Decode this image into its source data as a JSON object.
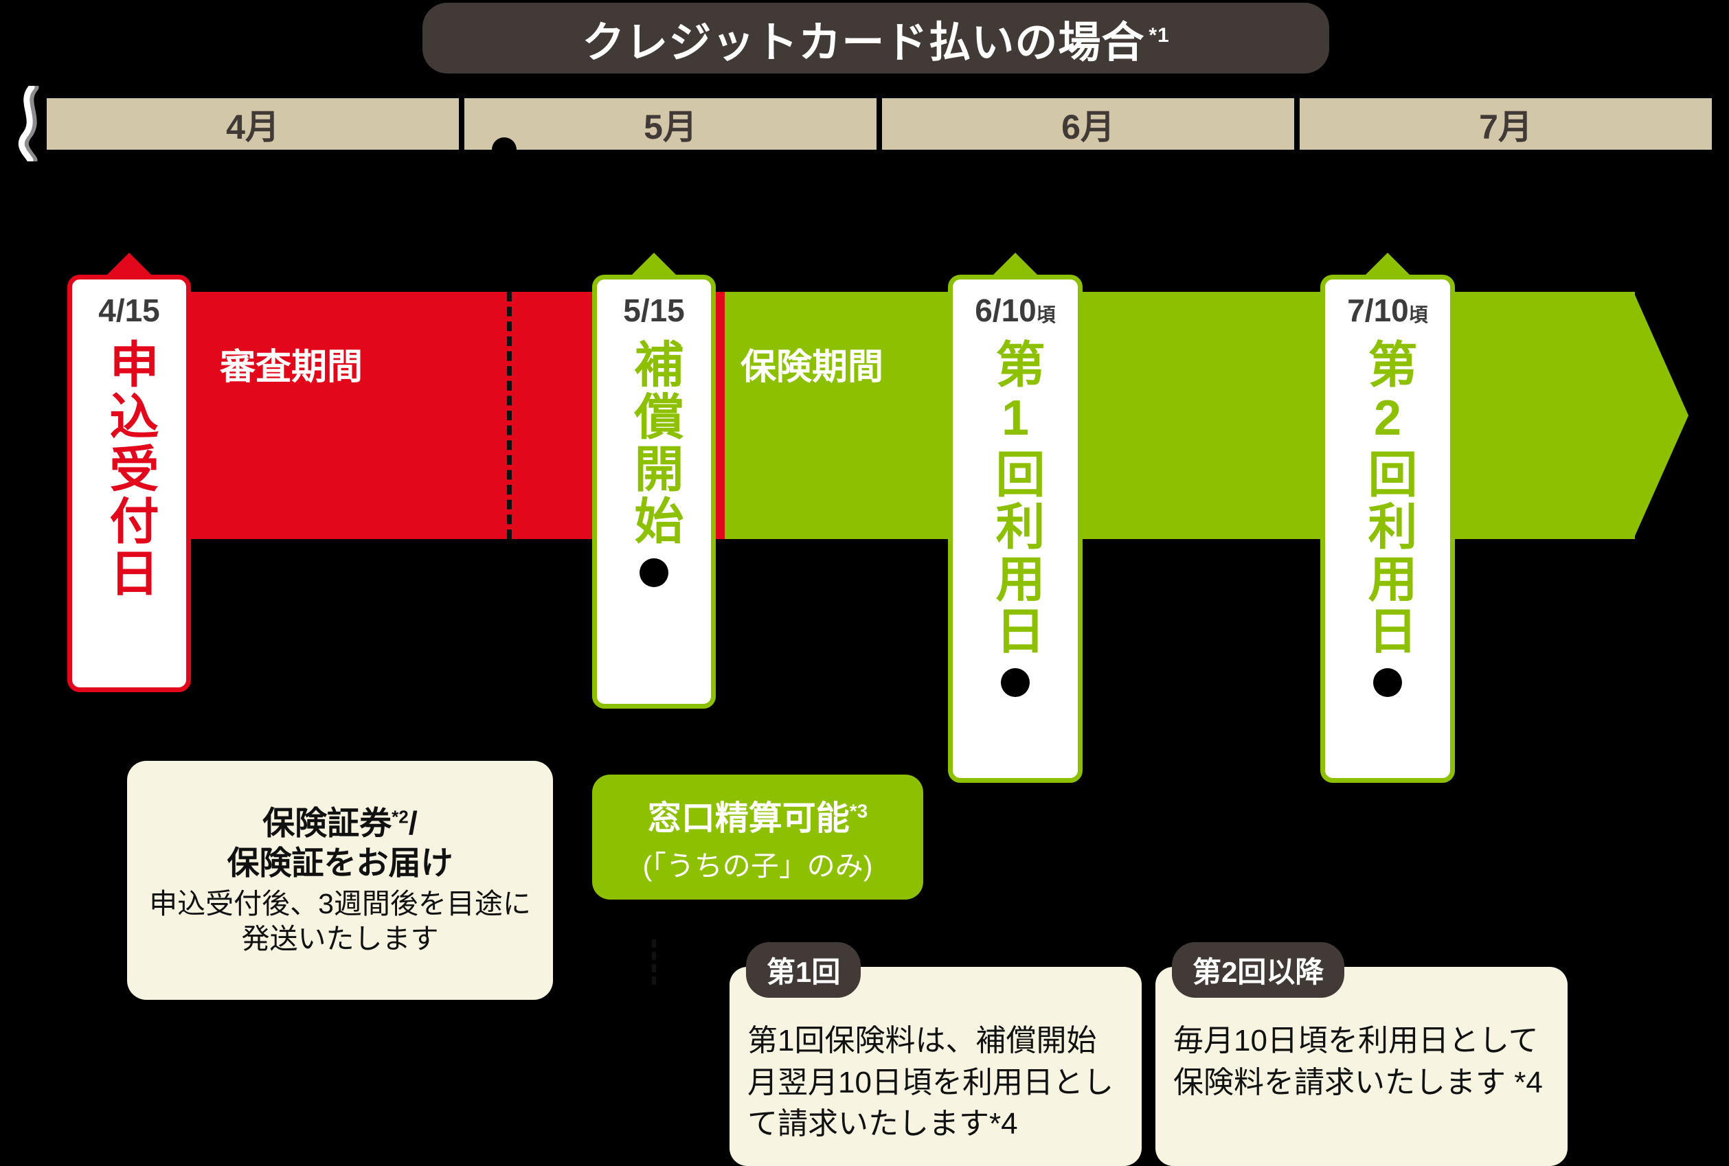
{
  "header": {
    "title": "クレジットカード払いの場合",
    "title_note": "*1"
  },
  "timeline": {
    "months": [
      {
        "label": "4月"
      },
      {
        "label": "5月"
      },
      {
        "label": "6月"
      },
      {
        "label": "7月"
      }
    ],
    "bands": [
      {
        "name": "review",
        "label": "審査期間",
        "color": "#e3071b"
      },
      {
        "name": "coverage",
        "label": "保険期間",
        "color": "#8cc000"
      }
    ],
    "milestones": [
      {
        "id": "application",
        "date": "4/15",
        "approx": "",
        "label": "申込受付日",
        "color": "#e3071b",
        "has_dot": false
      },
      {
        "id": "coverage-start",
        "date": "5/15",
        "approx": "",
        "label": "補償開始",
        "color": "#8cc000",
        "has_dot": true
      },
      {
        "id": "first-charge",
        "date": "6/10",
        "approx": "頃",
        "label": "第1回利用日",
        "color": "#8cc000",
        "has_dot": true
      },
      {
        "id": "second-charge",
        "date": "7/10",
        "approx": "頃",
        "label": "第2回利用日",
        "color": "#8cc000",
        "has_dot": true
      }
    ]
  },
  "callouts": {
    "policy_delivery": {
      "line1": "保険証券",
      "line1_note": "*2",
      "line1_tail": "/",
      "line2": "保険証をお届け",
      "sub1": "申込受付後、3週間後を目途に",
      "sub2": "発送いたします"
    },
    "counter_settlement": {
      "headline": "窓口精算可能",
      "headline_note": "*3",
      "sub": "(「うちの子」のみ)"
    }
  },
  "notes": [
    {
      "tab": "第1回",
      "text": "第1回保険料は、補償開始月翌月10日頃を利用日として請求いたします*4"
    },
    {
      "tab": "第2回以降",
      "text": "毎月10日頃を利用日として保険料を請求いたします *4"
    }
  ],
  "colors": {
    "background": "#000000",
    "red": "#e3071b",
    "green": "#8cc000",
    "beige": "#d2c7a9",
    "cream": "#f8f4e2",
    "dark_brown": "#413a36"
  }
}
